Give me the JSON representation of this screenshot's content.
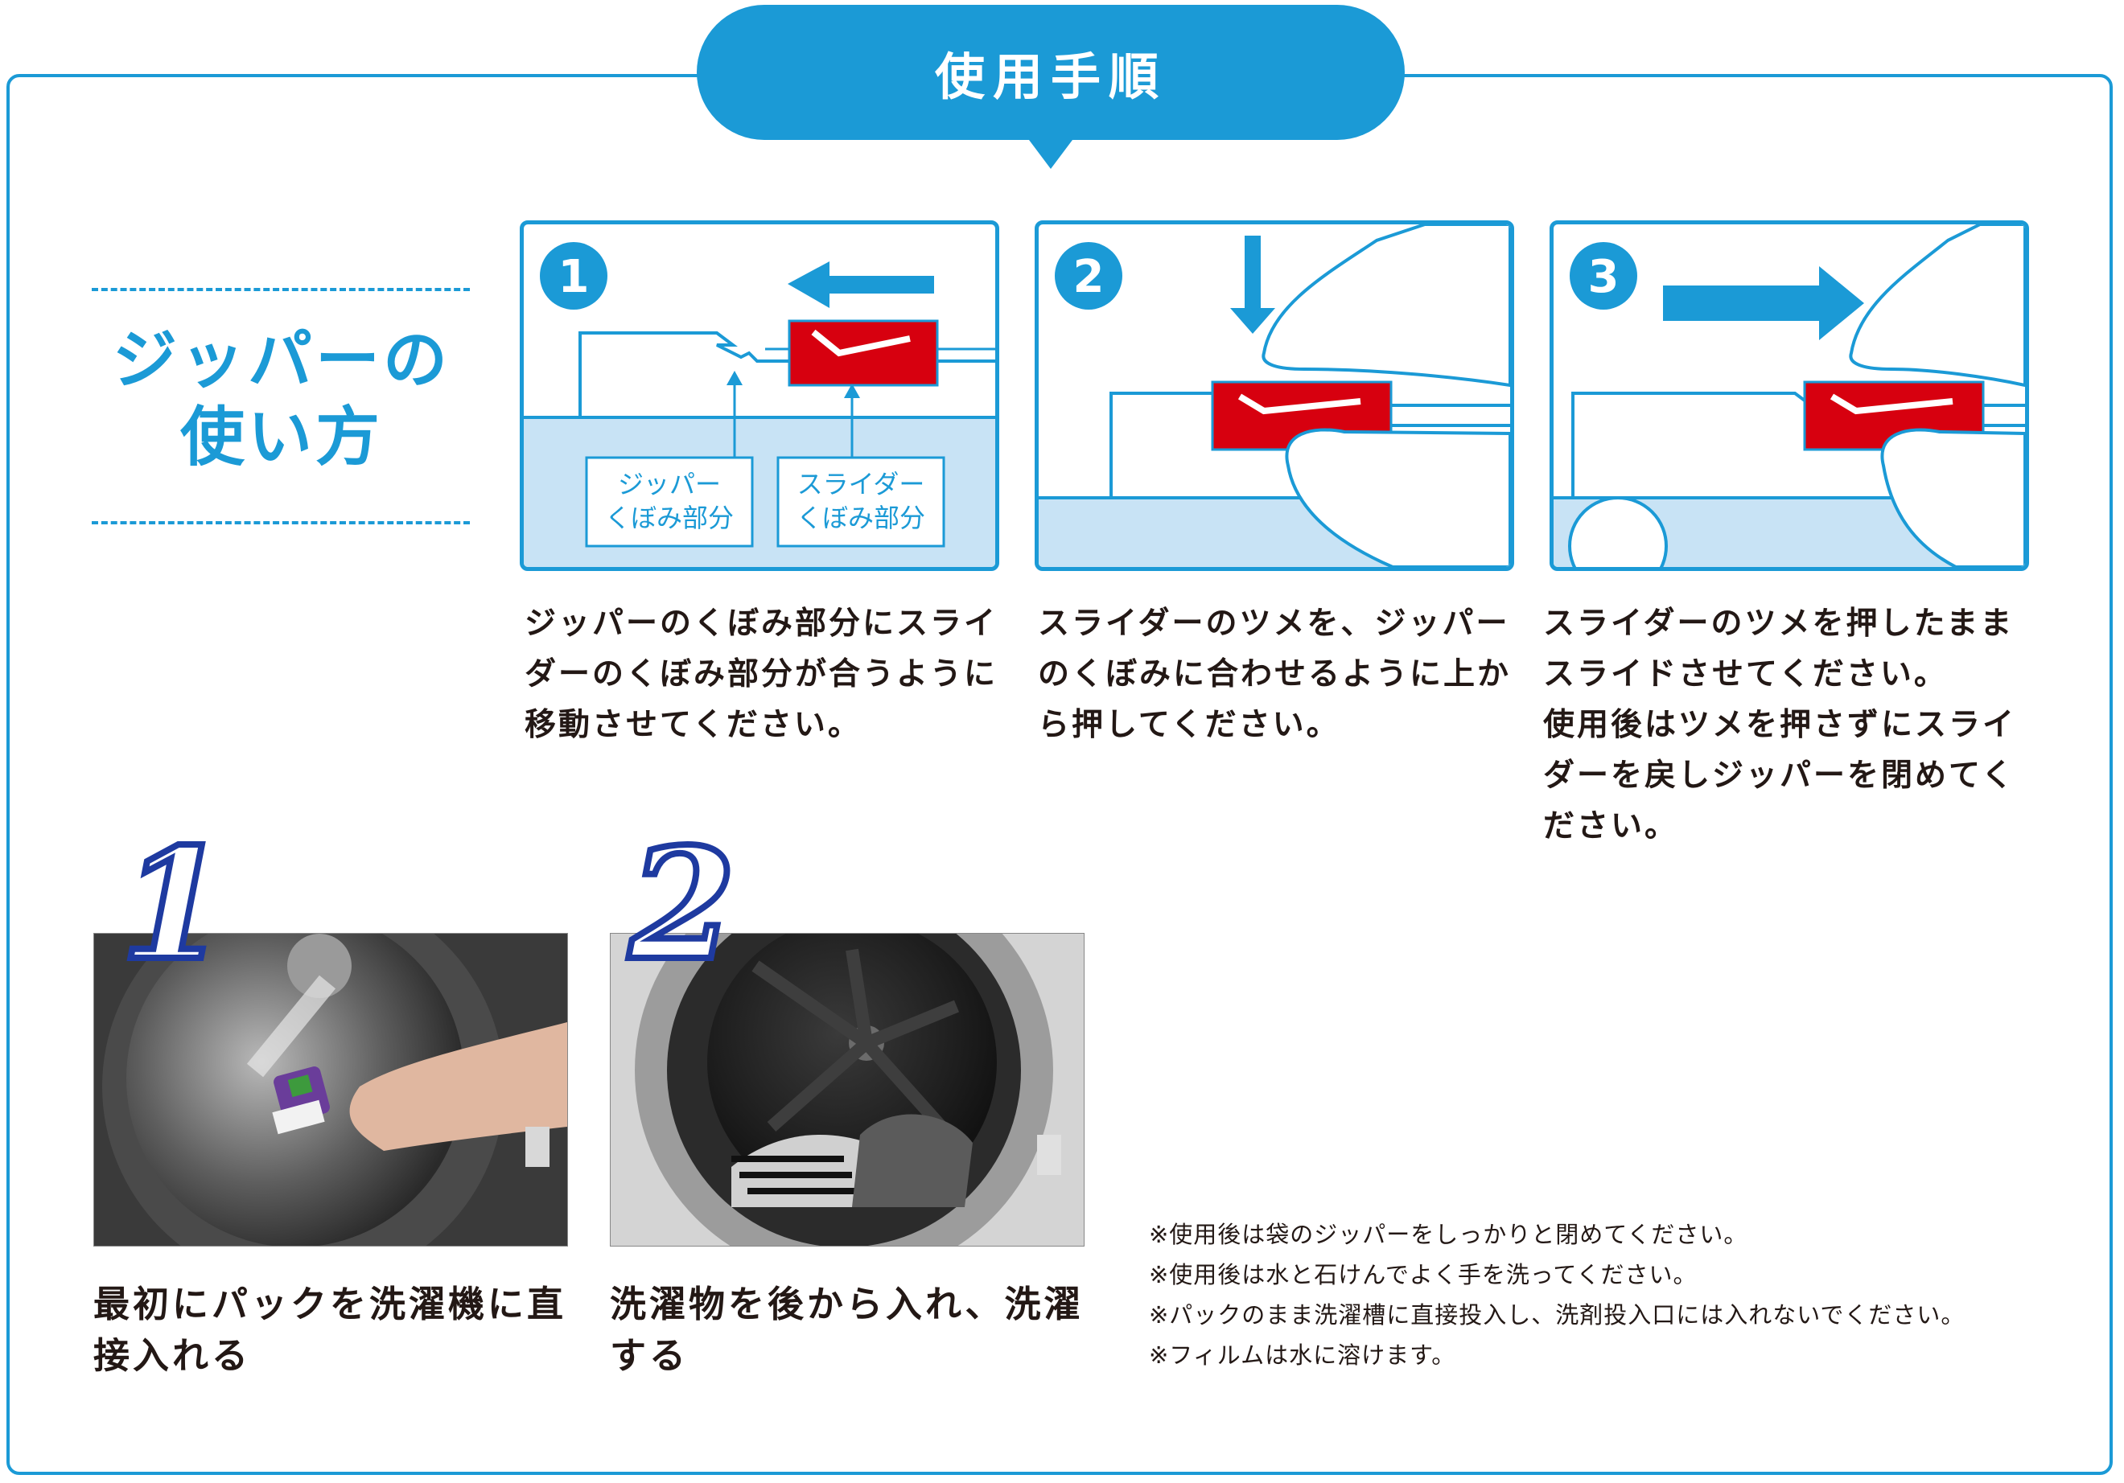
{
  "header": {
    "title": "使用手順"
  },
  "section": {
    "title_line1": "ジッパーの",
    "title_line2": "使い方"
  },
  "steps": [
    {
      "number": "1",
      "label_zipper_line1": "ジッパー",
      "label_zipper_line2": "くぼみ部分",
      "label_slider_line1": "スライダー",
      "label_slider_line2": "くぼみ部分",
      "text": [
        "ジッパーのくぼみ部分にスライ",
        "ダーのくぼみ部分が合うように",
        "移動させてください。"
      ]
    },
    {
      "number": "2",
      "text": [
        "スライダーのツメを、ジッパー",
        "のくぼみに合わせるように上か",
        "ら押してください。"
      ]
    },
    {
      "number": "3",
      "text": [
        "スライダーのツメを押したまま",
        "スライドさせてください。",
        "使用後はツメを押さずにスライ",
        "ダーを戻しジッパーを閉めてく",
        "ださい。"
      ]
    }
  ],
  "usage": [
    {
      "number": "1",
      "caption": [
        "最初にパックを洗濯機に直",
        "接入れる"
      ]
    },
    {
      "number": "2",
      "caption": [
        "洗濯物を後から入れ、洗濯",
        "する"
      ]
    }
  ],
  "notes": [
    "※使用後は袋のジッパーをしっかりと閉めてください。",
    "※使用後は水と石けんでよく手を洗ってください。",
    "※パックのまま洗濯槽に直接投入し、洗剤投入口には入れないでください。",
    "※フィルムは水に溶けます。"
  ],
  "colors": {
    "accent": "#1b9ad6",
    "slider_red": "#d7000f",
    "number_navy": "#1e3aa0"
  }
}
